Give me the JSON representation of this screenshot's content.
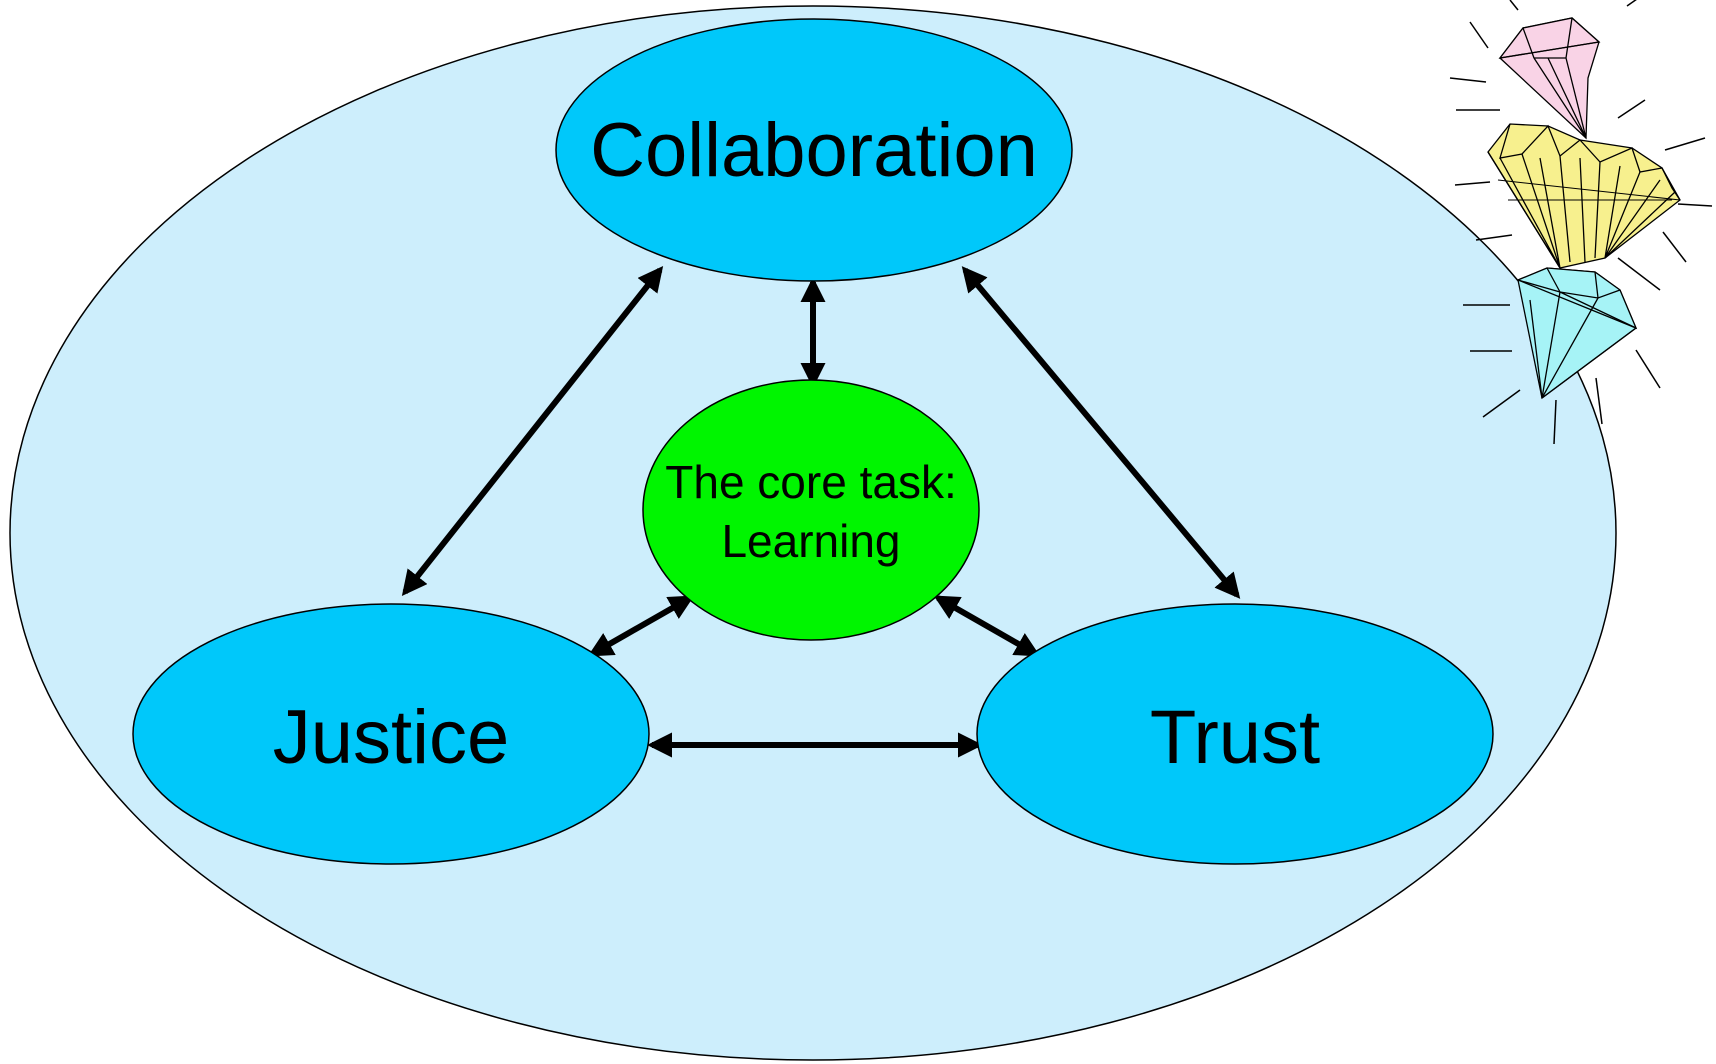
{
  "diagram": {
    "nodes": {
      "collaboration": {
        "label": "Collaboration"
      },
      "core": {
        "label_line1": "The core task:",
        "label_line2": "Learning"
      },
      "justice": {
        "label": "Justice"
      },
      "trust": {
        "label": "Trust"
      }
    },
    "edges": [
      {
        "from": "collaboration",
        "to": "justice",
        "direction": "both"
      },
      {
        "from": "collaboration",
        "to": "trust",
        "direction": "both"
      },
      {
        "from": "collaboration",
        "to": "core",
        "direction": "both"
      },
      {
        "from": "core",
        "to": "justice",
        "direction": "both"
      },
      {
        "from": "core",
        "to": "trust",
        "direction": "both"
      },
      {
        "from": "justice",
        "to": "trust",
        "direction": "both"
      }
    ],
    "colors": {
      "background_ellipse": "#cdeefc",
      "outer_node_fill": "#00c8fa",
      "core_node_fill": "#00f500",
      "stroke": "#000000",
      "gem_pink": "#f9d3e6",
      "gem_yellow": "#f7f08e",
      "gem_cyan": "#a6f3f6"
    },
    "decoration": {
      "icon": "diamonds-clipart-icon"
    }
  }
}
